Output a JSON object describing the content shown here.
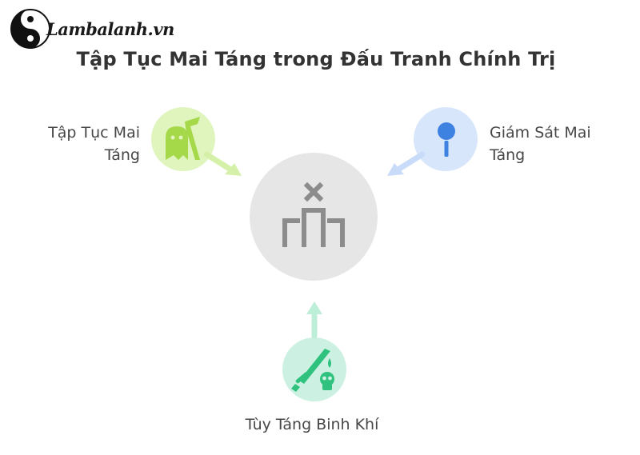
{
  "header": {
    "logo_text": "Lambalanh.vn",
    "title": "Tập Tục Mai Táng trong Đấu Tranh Chính Trị"
  },
  "diagram": {
    "center_icon": "sarcophagus-icon",
    "nodes": [
      {
        "id": "left",
        "label": "Tập Tục Mai Táng",
        "icon": "ghost-scythe-icon",
        "color": "#e0f5bd"
      },
      {
        "id": "right",
        "label": "Giám Sát Mai Táng",
        "icon": "pin-icon",
        "color": "#d8e6fb"
      },
      {
        "id": "bottom",
        "label": "Tùy Táng Binh Khí",
        "icon": "sword-skull-icon",
        "color": "#ccf1e2"
      }
    ],
    "colors": {
      "center": "#e6e6e6",
      "center_icon": "#8c8c8c",
      "green_icon": "#a6d94a",
      "blue_icon": "#3d82e0",
      "teal_icon": "#2fc27e"
    }
  }
}
